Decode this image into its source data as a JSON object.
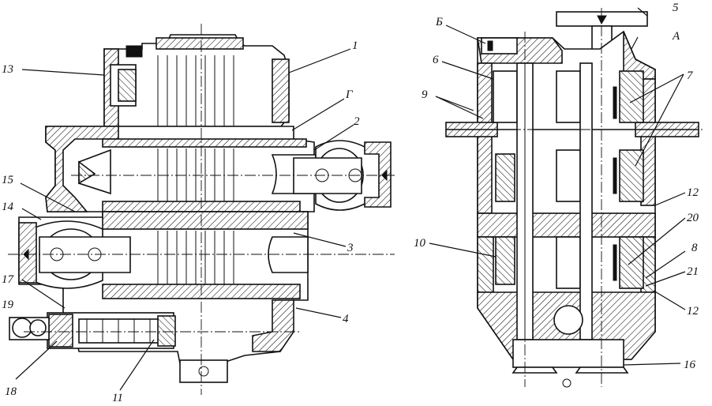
{
  "callouts": {
    "c1": "1",
    "c2": "2",
    "c3": "3",
    "c4": "4",
    "c5": "5",
    "c6": "6",
    "c7": "7",
    "c8": "8",
    "c9": "9",
    "c10": "10",
    "c11": "11",
    "c12a": "12",
    "c12b": "12",
    "c13": "13",
    "c14": "14",
    "c15": "15",
    "c16": "16",
    "c17": "17",
    "c18": "18",
    "c19": "19",
    "c20": "20",
    "c21": "21",
    "cG": "Г",
    "cB": "Б",
    "cA": "А"
  }
}
